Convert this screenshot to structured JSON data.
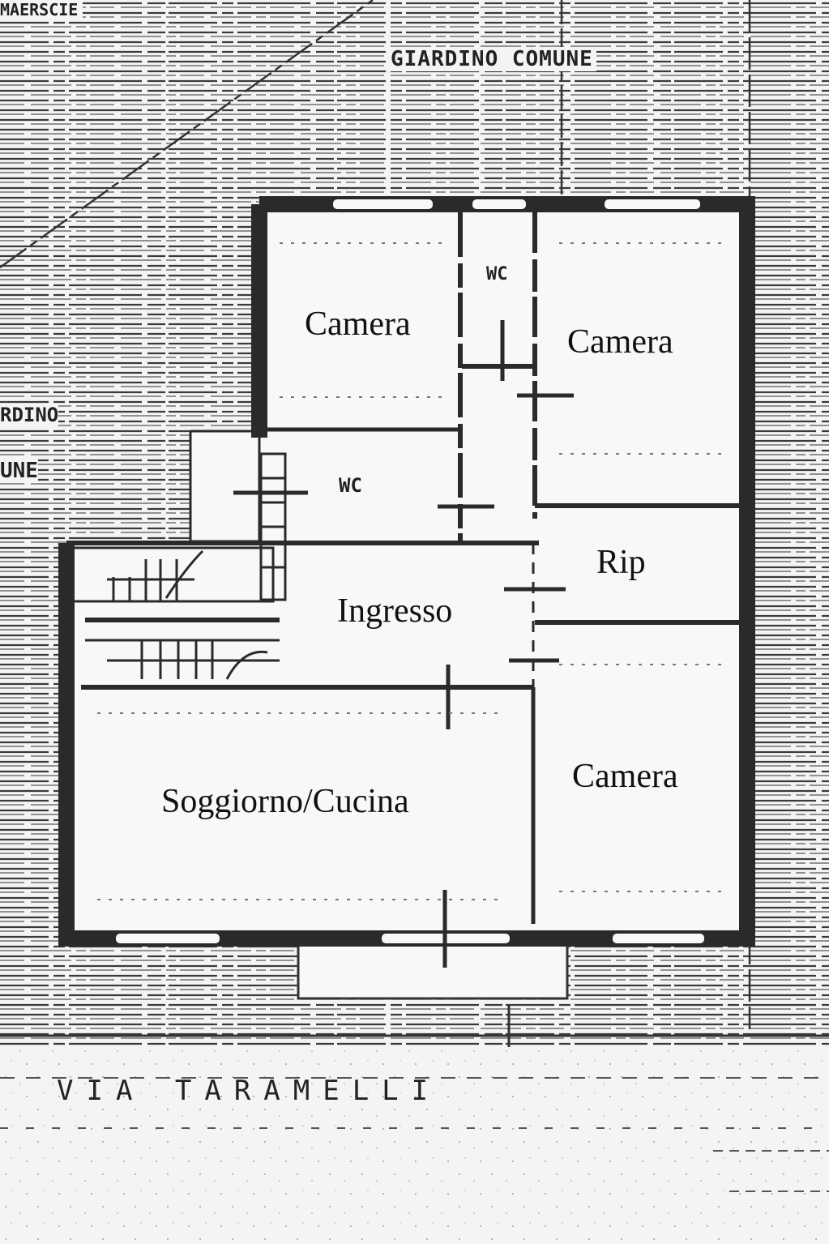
{
  "rooms": {
    "camera_top_left": "Camera",
    "camera_top_right": "Camera",
    "wc_upper": "WC",
    "wc_lower": "WC",
    "rip": "Rip",
    "ingresso": "Ingresso",
    "camera_bottom_right": "Camera",
    "soggiorno_cucina": "Soggiorno/Cucina"
  },
  "annotations": {
    "giardino_comune": "GIARDINO COMUNE",
    "left_giardino_fragment": "RDINO",
    "left_comune_fragment": "UNE",
    "top_left_fragment": "MAERSCIE",
    "street": "VIA TARAMELLI"
  },
  "colors": {
    "paper": "#f4f4f2",
    "hatch": "#3a3a3a",
    "wall": "#2a2a2a",
    "text": "#111111"
  }
}
